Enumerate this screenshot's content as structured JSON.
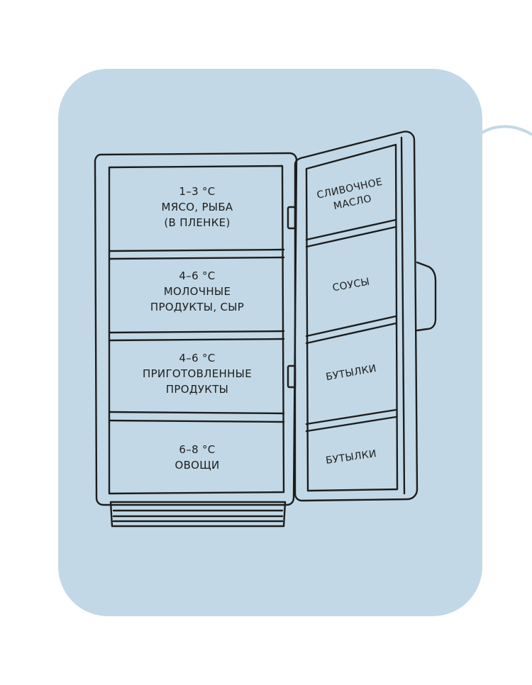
{
  "colors": {
    "backdrop": "#c2d8e6",
    "line": "#1d1d1d",
    "fridge_fill": "#c2d8e6"
  },
  "fridge": {
    "main_shelves": [
      {
        "temp": "1–3 °C",
        "lines": [
          "МЯСО, РЫБА",
          "(В ПЛЕНКЕ)"
        ]
      },
      {
        "temp": "4–6 °C",
        "lines": [
          "МОЛОЧНЫЕ",
          "ПРОДУКТЫ, СЫР"
        ]
      },
      {
        "temp": "4–6 °C",
        "lines": [
          "ПРИГОТОВЛЕННЫЕ",
          "ПРОДУКТЫ"
        ]
      },
      {
        "temp": "6–8 °C",
        "lines": [
          "ОВОЩИ"
        ]
      }
    ],
    "door_shelves": [
      {
        "lines": [
          "СЛИВОЧНОЕ",
          "МАСЛО"
        ]
      },
      {
        "lines": [
          "СОУСЫ"
        ]
      },
      {
        "lines": [
          "БУТЫЛКИ"
        ]
      },
      {
        "lines": [
          "БУТЫЛКИ"
        ]
      }
    ]
  }
}
